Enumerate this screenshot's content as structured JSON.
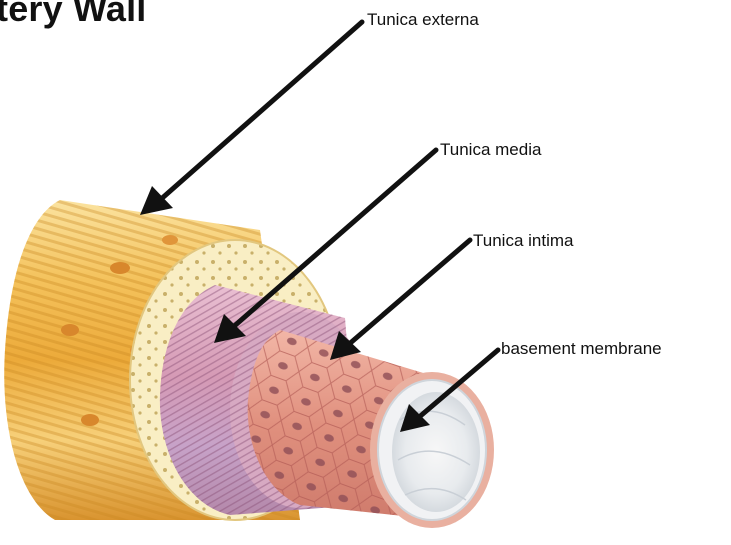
{
  "title": "tery Wall",
  "labels": {
    "tunica_externa": "Tunica externa",
    "tunica_media": "Tunica media",
    "tunica_intima": "Tunica intima",
    "basement_membrane": "basement membrane"
  },
  "colors": {
    "externa_light": "#fbe7a6",
    "externa_mid": "#f2b84a",
    "externa_dark": "#c98520",
    "externa_ring": "#f9eec4",
    "media": "#d59ab5",
    "media_dark": "#9a5f86",
    "intima": "#e59a88",
    "intima_cells": "#c96a62",
    "membrane": "#eef0f2",
    "arrow": "#111111"
  }
}
